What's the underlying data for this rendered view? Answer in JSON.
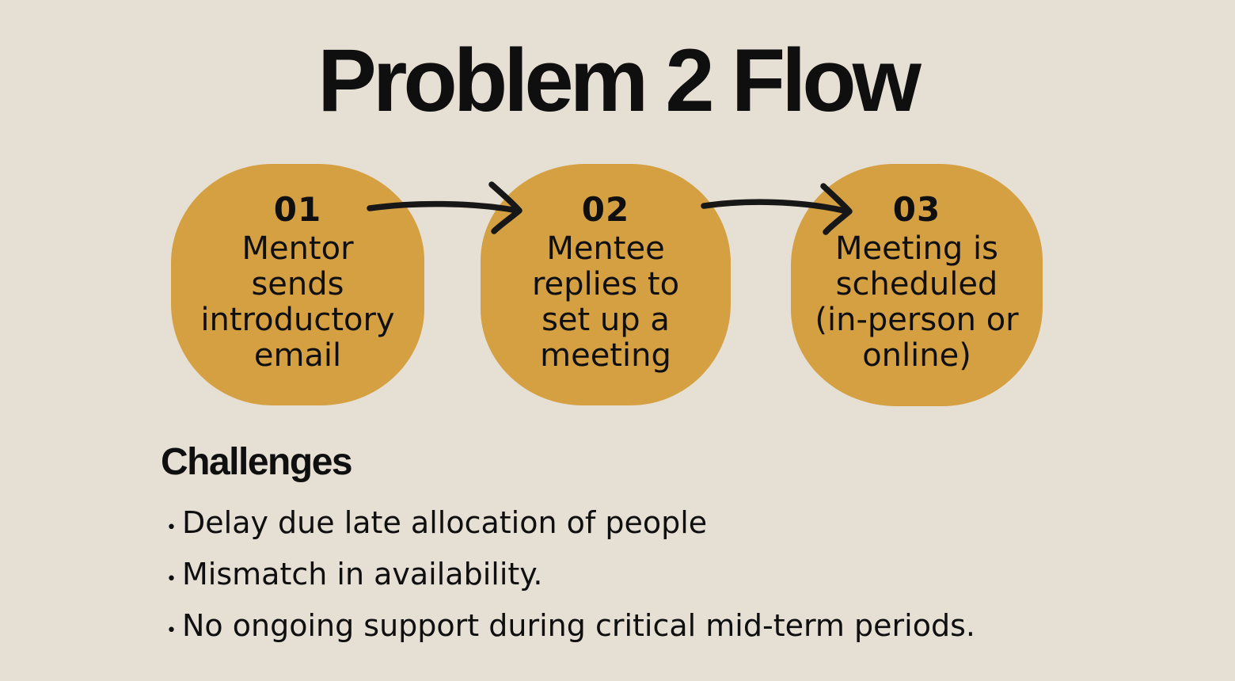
{
  "colors": {
    "background": "#e6dfd4",
    "blob": "#d4a042",
    "ink": "#0f0f0f",
    "arrow": "#171717"
  },
  "title": "Problem 2 Flow",
  "flow": {
    "steps": [
      {
        "number": "01",
        "lines": [
          "Mentor",
          "sends",
          "introductory",
          "email"
        ]
      },
      {
        "number": "02",
        "lines": [
          "Mentee",
          "replies to",
          "set up a",
          "meeting"
        ]
      },
      {
        "number": "03",
        "lines": [
          "Meeting is",
          "scheduled",
          "(in-person or",
          "online)"
        ]
      }
    ],
    "arrow_icon": "hand-drawn-right-arrow"
  },
  "challenges": {
    "heading": "Challenges",
    "bullet_glyph": "•",
    "items": [
      "Delay due late allocation of people",
      "Mismatch in availability.",
      "No ongoing support during critical mid-term periods."
    ]
  }
}
